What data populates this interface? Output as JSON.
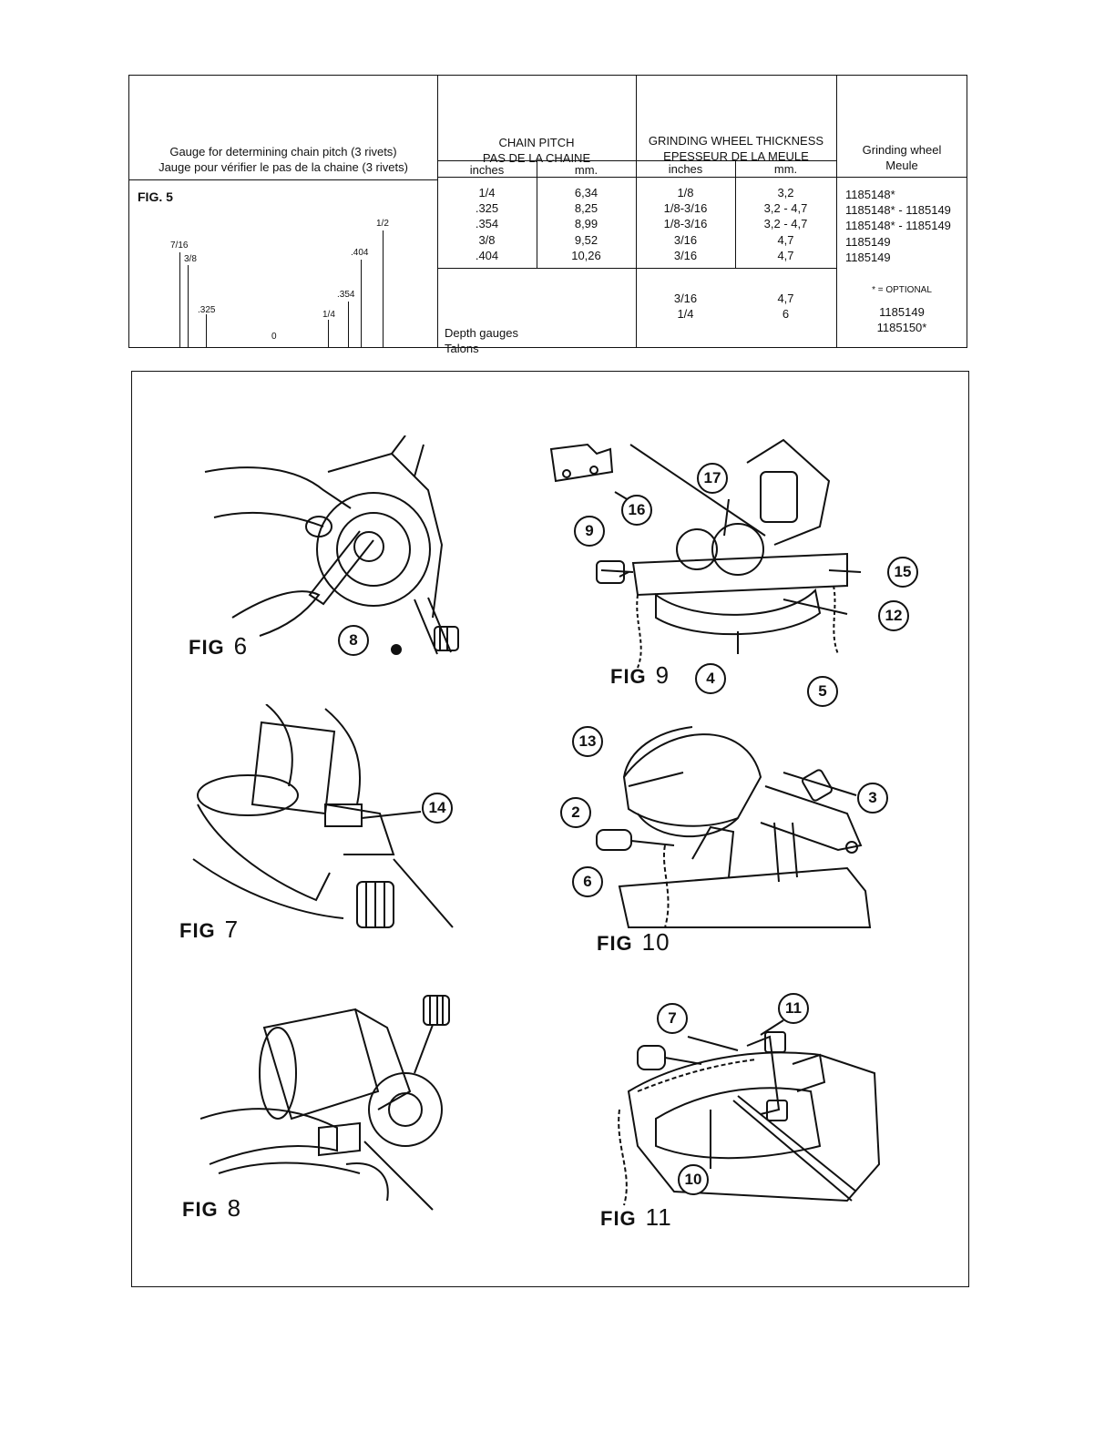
{
  "table": {
    "gauge_header": [
      "Gauge for determining chain pitch (3 rivets)",
      "Jauge pour vérifier le pas de la chaine (3 rivets)"
    ],
    "chain_pitch_header": [
      "CHAIN PITCH",
      "PAS DE LA CHAINE"
    ],
    "wheel_thickness_header": [
      "GRINDING WHEEL THICKNESS",
      "EPESSEUR DE LA MEULE"
    ],
    "grinding_wheel_header": [
      "Grinding wheel",
      "Meule"
    ],
    "sub_inches": "inches",
    "sub_mm": "mm.",
    "fig5_label": "FIG. 5",
    "gauge_labels": [
      "7/16",
      "3/8",
      ".325",
      "0",
      "1/4",
      ".354",
      ".404",
      "1/2"
    ],
    "pitch_inches": [
      "1/4",
      ".325",
      ".354",
      "3/8",
      ".404"
    ],
    "pitch_mm": [
      "6,34",
      "8,25",
      "8,99",
      "9,52",
      "10,26"
    ],
    "thickness_inches": [
      "1/8",
      "1/8-3/16",
      "1/8-3/16",
      "3/16",
      "3/16"
    ],
    "thickness_mm": [
      "3,2",
      "3,2 - 4,7",
      "3,2 - 4,7",
      "4,7",
      "4,7"
    ],
    "wheels": [
      "1185148*",
      "1185148* - 1185149",
      "1185148* - 1185149",
      "1185149",
      "1185149"
    ],
    "depth_gauges_label": [
      "Depth gauges",
      "Talons"
    ],
    "depth_inches": [
      "3/16",
      "1/4"
    ],
    "depth_mm": [
      "4,7",
      "6"
    ],
    "optional_note": "* = OPTIONAL",
    "depth_wheels": [
      "1185149",
      "1185150*"
    ]
  },
  "figures": [
    {
      "word": "FIG",
      "num": "6",
      "callouts": [
        "8"
      ]
    },
    {
      "word": "FIG",
      "num": "9",
      "callouts": [
        "17",
        "16",
        "9",
        "15",
        "12",
        "4",
        "5"
      ]
    },
    {
      "word": "FIG",
      "num": "7",
      "callouts": [
        "14"
      ]
    },
    {
      "word": "FIG",
      "num": "10",
      "callouts": [
        "13",
        "3",
        "2",
        "6"
      ]
    },
    {
      "word": "FIG",
      "num": "8",
      "callouts": []
    },
    {
      "word": "FIG",
      "num": "11",
      "callouts": [
        "11",
        "7",
        "10"
      ]
    }
  ]
}
